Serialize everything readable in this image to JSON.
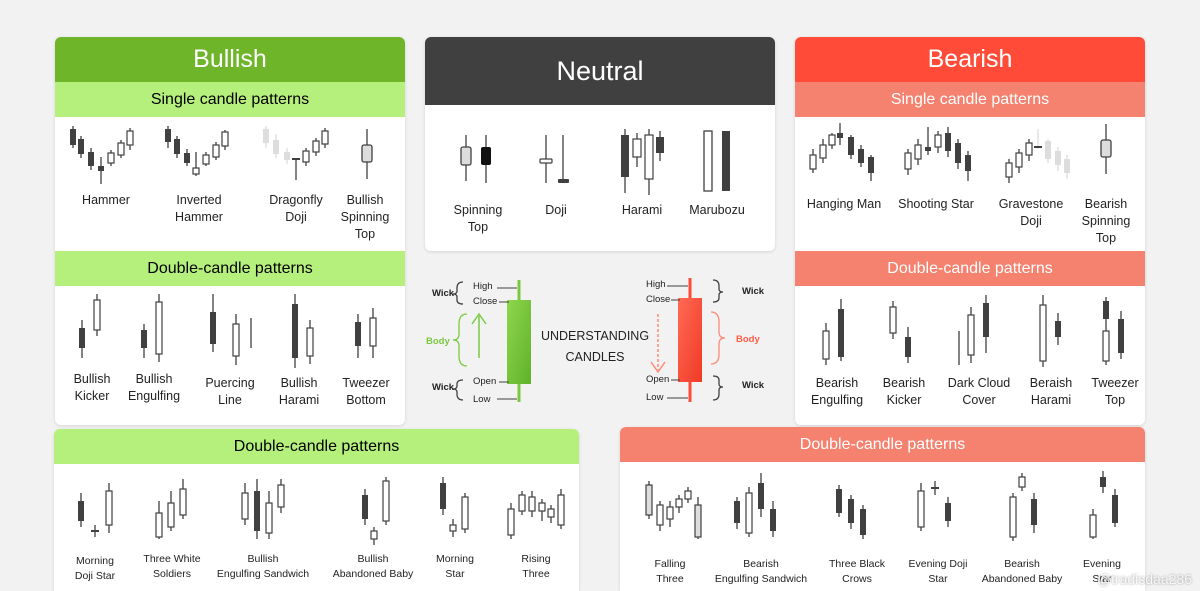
{
  "colors": {
    "bullish_header": "#6eb52a",
    "bullish_sub": "#b5ef7c",
    "neutral_header": "#404040",
    "bearish_header": "#ff4b38",
    "bearish_sub": "#f5816f",
    "candle_dark": "#404040",
    "candle_light": "#dddddd"
  },
  "bullish": {
    "title": "Bullish",
    "single_title": "Single candle patterns",
    "single": [
      {
        "name": "Hammer"
      },
      {
        "name": "Inverted\nHammer"
      },
      {
        "name": "Dragonfly\nDoji"
      },
      {
        "name": "Bullish\nSpinning\nTop"
      }
    ],
    "double_title": "Double-candle patterns",
    "double": [
      {
        "name": "Bullish\nKicker"
      },
      {
        "name": "Bullish\nEngulfing"
      },
      {
        "name": "Puercing\nLine"
      },
      {
        "name": "Bullish\nHarami"
      },
      {
        "name": "Tweezer\nBottom"
      }
    ]
  },
  "neutral": {
    "title": "Neutral",
    "patterns": [
      {
        "name": "Spinning\nTop"
      },
      {
        "name": "Doji"
      },
      {
        "name": "Harami"
      },
      {
        "name": "Marubozu"
      }
    ]
  },
  "bearish": {
    "title": "Bearish",
    "single_title": "Single candle patterns",
    "single": [
      {
        "name": "Hanging Man"
      },
      {
        "name": "Shooting Star"
      },
      {
        "name": "Gravestone\nDoji"
      },
      {
        "name": "Bearish\nSpinning\nTop"
      }
    ],
    "double_title": "Double-candle patterns",
    "double": [
      {
        "name": "Bearish\nEngulfing"
      },
      {
        "name": "Bearish\nKicker"
      },
      {
        "name": "Dark Cloud\nCover"
      },
      {
        "name": "Beraish\nHarami"
      },
      {
        "name": "Tweezer\nTop"
      }
    ]
  },
  "understanding": {
    "title": "UNDERSTANDING\nCANDLES",
    "high": "High",
    "close": "Close",
    "open": "Open",
    "low": "Low",
    "wick": "Wick",
    "body": "Body"
  },
  "bottom_bullish": {
    "title": "Double-candle patterns",
    "patterns": [
      {
        "name": "Morning\nDoji Star"
      },
      {
        "name": "Three White\nSoldiers"
      },
      {
        "name": "Bullish\nEngulfing Sandwich"
      },
      {
        "name": "Bullish\nAbandoned Baby"
      },
      {
        "name": "Morning\nStar"
      },
      {
        "name": "Rising\nThree"
      }
    ]
  },
  "bottom_bearish": {
    "title": "Double-candle patterns",
    "patterns": [
      {
        "name": "Falling\nThree"
      },
      {
        "name": "Bearish\nEngulfing Sandwich"
      },
      {
        "name": "Three Black\nCrows"
      },
      {
        "name": "Evening Doji\nStar"
      },
      {
        "name": "Bearish\nAbandoned Baby"
      },
      {
        "name": "Evening\nStar"
      }
    ]
  },
  "watermark": "@tradisdaa286"
}
